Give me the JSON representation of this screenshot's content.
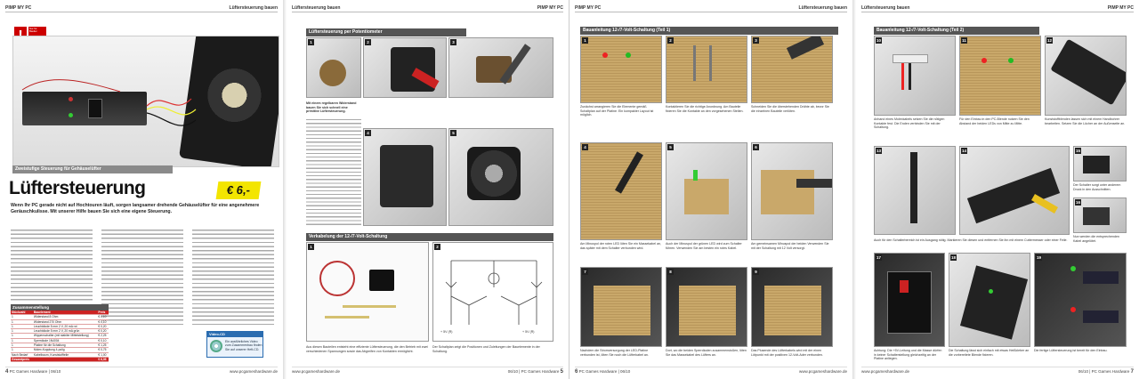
{
  "page1": {
    "runhead_left": "PIMP MY PC",
    "runhead_right": "Lüftersteuerung bauen",
    "subbar": "Zweistufige Steuerung für Gehäuselüfter",
    "title": "Lüftersteuerung",
    "price": "€ 6,-",
    "lead": "Wenn Ihr PC gerade nicht auf Hochtouren läuft, sorgen langsamer drehende Gehäuselüfter für eine angenehmere Geräuschkulisse. Mit unserer Hilfe bauen Sie sich eine eigene Steuerung.",
    "warn_text": "Nur für Bastler",
    "table_title": "Zusammenstellung",
    "table_cols": [
      "Stückzahl",
      "Bauelement",
      "Preis"
    ],
    "table_rows": [
      [
        "1",
        "Widerstand 8 Ohm",
        "€ 0,10"
      ],
      [
        "1",
        "Widerstand 270 Ohm",
        "€ 0,10"
      ],
      [
        "1",
        "Leuchtdiode 5 mm 2 V, 20 mA rot",
        "€ 0,20"
      ],
      [
        "1",
        "Leuchtdiode 5 mm 2 V, 20 mA grün",
        "€ 0,20"
      ],
      [
        "1",
        "Wippenschalter (mit stabiler Mittelstellung)",
        "€ 2,25"
      ],
      [
        "1",
        "Sperrdiode 1N4004",
        "€ 0,10"
      ],
      [
        "1",
        "Platine für die Schaltung",
        "€ 1,25"
      ],
      [
        "1",
        "Molex-Kupplung 4-polig",
        "€ 0,75"
      ],
      [
        "Nach Bedarf",
        "Kabelbaum, Kunststoffteile",
        "€ 1,00"
      ]
    ],
    "table_sum_label": "Gesamtpreis",
    "table_sum_value": "€ 6,05",
    "cd_title": "Video-CD",
    "cd_text": "Ein ausführliches Video zum Zusammenbau finden Sie auf unserer Heft-CD.",
    "page_no": "4",
    "footer_mag": "PC Games Hardware | 06/10",
    "footer_url": "www.pcgameshardware.de"
  },
  "page2": {
    "runhead_left": "Lüftersteuerung bauen",
    "runhead_right": "PIMP MY PC",
    "sec1": "Lüftersteuerung per Potentiometer",
    "sec1_caption": "Mit einem regelbaren Widerstand bauen Sie sich schnell eine primitive Lüftersteuerung.",
    "sec2": "Verkabelung der 12-/7-Volt-Schaltung",
    "sec2_cap_left": "Aus diesen Bauteilen entsteht eine effiziente Lüftersteuerung, die den Betrieb mit zwei verschiedenen Spannungen sowie das Abgreifen von Kontakten ermöglicht.",
    "sec2_cap_right": "Der Schaltplan zeigt die Positionen und Zuleitungen der Bauelemente in der Schaltung.",
    "v1": "+ 5V (R)",
    "v2": "+ 5V (R)",
    "page_no": "5",
    "footer_mag": "06/10 | PC Games Hardware",
    "footer_url": "www.pcgameshardware.de"
  },
  "page3": {
    "runhead_left": "PIMP MY PC",
    "runhead_right": "Lüftersteuerung bauen",
    "sec": "Bauanleitung 12-/7-Volt-Schaltung (Teil 1)",
    "caps": [
      "Zunächst arrangieren Sie die Elemente gemäß Schaltplan auf der Platine. Ein kompakter Layout ist möglich.",
      "Kontaktieren Sie die richtige Anordnung. Am Bauteile fixieren Sie die Kontakte an den vorgesehenen Stellen.",
      "Schneiden Sie die überstehenden Drähte ab, bevor Sie die einzelnen Bauteile verlöten.",
      "Am Minuspol der roten LED löten Sie ein Massekabel an, das später mit dem Schalter verbunden wird.",
      "Auch der Minuspol der grünen LED wird zum Schalter führen. Verwenden Sie am besten ein rotes Kabel.",
      "Am gemeinsamen Minuspol der beiden Verwenden Sie mit der Schaltung mit 12 Volt versorgt.",
      "Nachdem die Stromversorgung der LED-Platine verbunden ist, löten Sie noch die Lüfterkabel an.",
      "Dort, wo die beiden Sperrdioden zusammenstoßen, löten Sie das Massekabel des Lüfters an.",
      "Das Plusende des Lüfterkabels wird mit der einen Lötpunkt mit der positiven 12-Volt-Ader verbunden."
    ],
    "page_no": "6",
    "footer_mag": "PC Games Hardware | 06/10",
    "footer_url": "www.pcgameshardware.de"
  },
  "page4": {
    "runhead_left": "Lüftersteuerung bauen",
    "runhead_right": "PIMP MY PC",
    "sec": "Bauanleitung 12-/7-Volt-Schaltung (Teil 2)",
    "caps": [
      "Anhand eines Molexkabels setzen Sie die nötigen Kontakte fest. Die Enden verbinden Sie mit der Schaltung.",
      "Für den Einbau in den PC-Blende nutzen Sie den Abstand der beiden LEDs von Mitte zu Mitte.",
      "Kunststoffblenden lassen sich mit einem Handbohrer bearbeiten. Setzen Sie die Löcher an der Außenseite an.",
      "Der Schalter sorgt unter anderem Druck in den Ausschnitten.",
      "Nun werden die entsprechenden Kabel angelötet.",
      "Auch für den Schalterbereich ist ein Ausgang nötig. Markieren Sie diesen und entfernen Sie ihn mit einem Cuttermesser oder einer Feile.",
      "Achtung: Die +5V-Leitung und die Masse dürfen in keiner Schalterstellung gleichzeitig an der Platine anliegen.",
      "Die Schaltung lässt sich einfach mit etwas Heißkleber an die vorbereitete Blende fixieren.",
      "Die fertige Lüftersteuerung ist bereit für den Einbau."
    ],
    "page_no": "7",
    "footer_mag": "06/10 | PC Games Hardware",
    "footer_url": "www.pcgameshardware.de"
  }
}
